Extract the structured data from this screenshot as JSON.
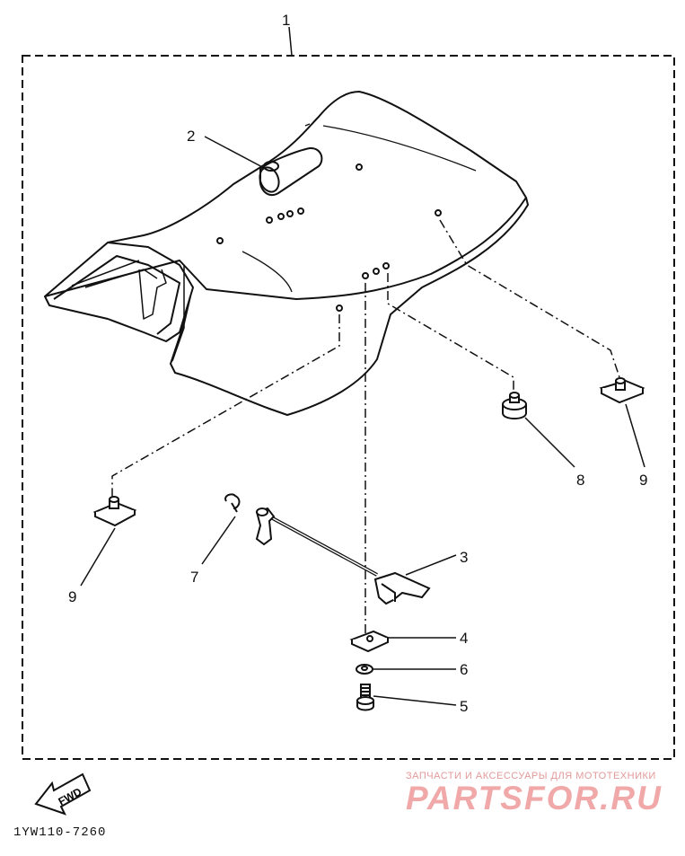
{
  "diagram": {
    "callouts": {
      "c1": "1",
      "c2": "2",
      "c3": "3",
      "c4": "4",
      "c5": "5",
      "c6": "6",
      "c7": "7",
      "c8": "8",
      "c9a": "9",
      "c9b": "9"
    },
    "fwd_label": "FWD",
    "drawing_code": "1YW110-7260"
  },
  "watermark": {
    "tagline": "ЗАПЧАСТИ И АКСЕССУАРЫ ДЛЯ МОТОТЕХНИКИ",
    "logo": "PARTSFOR.RU"
  }
}
